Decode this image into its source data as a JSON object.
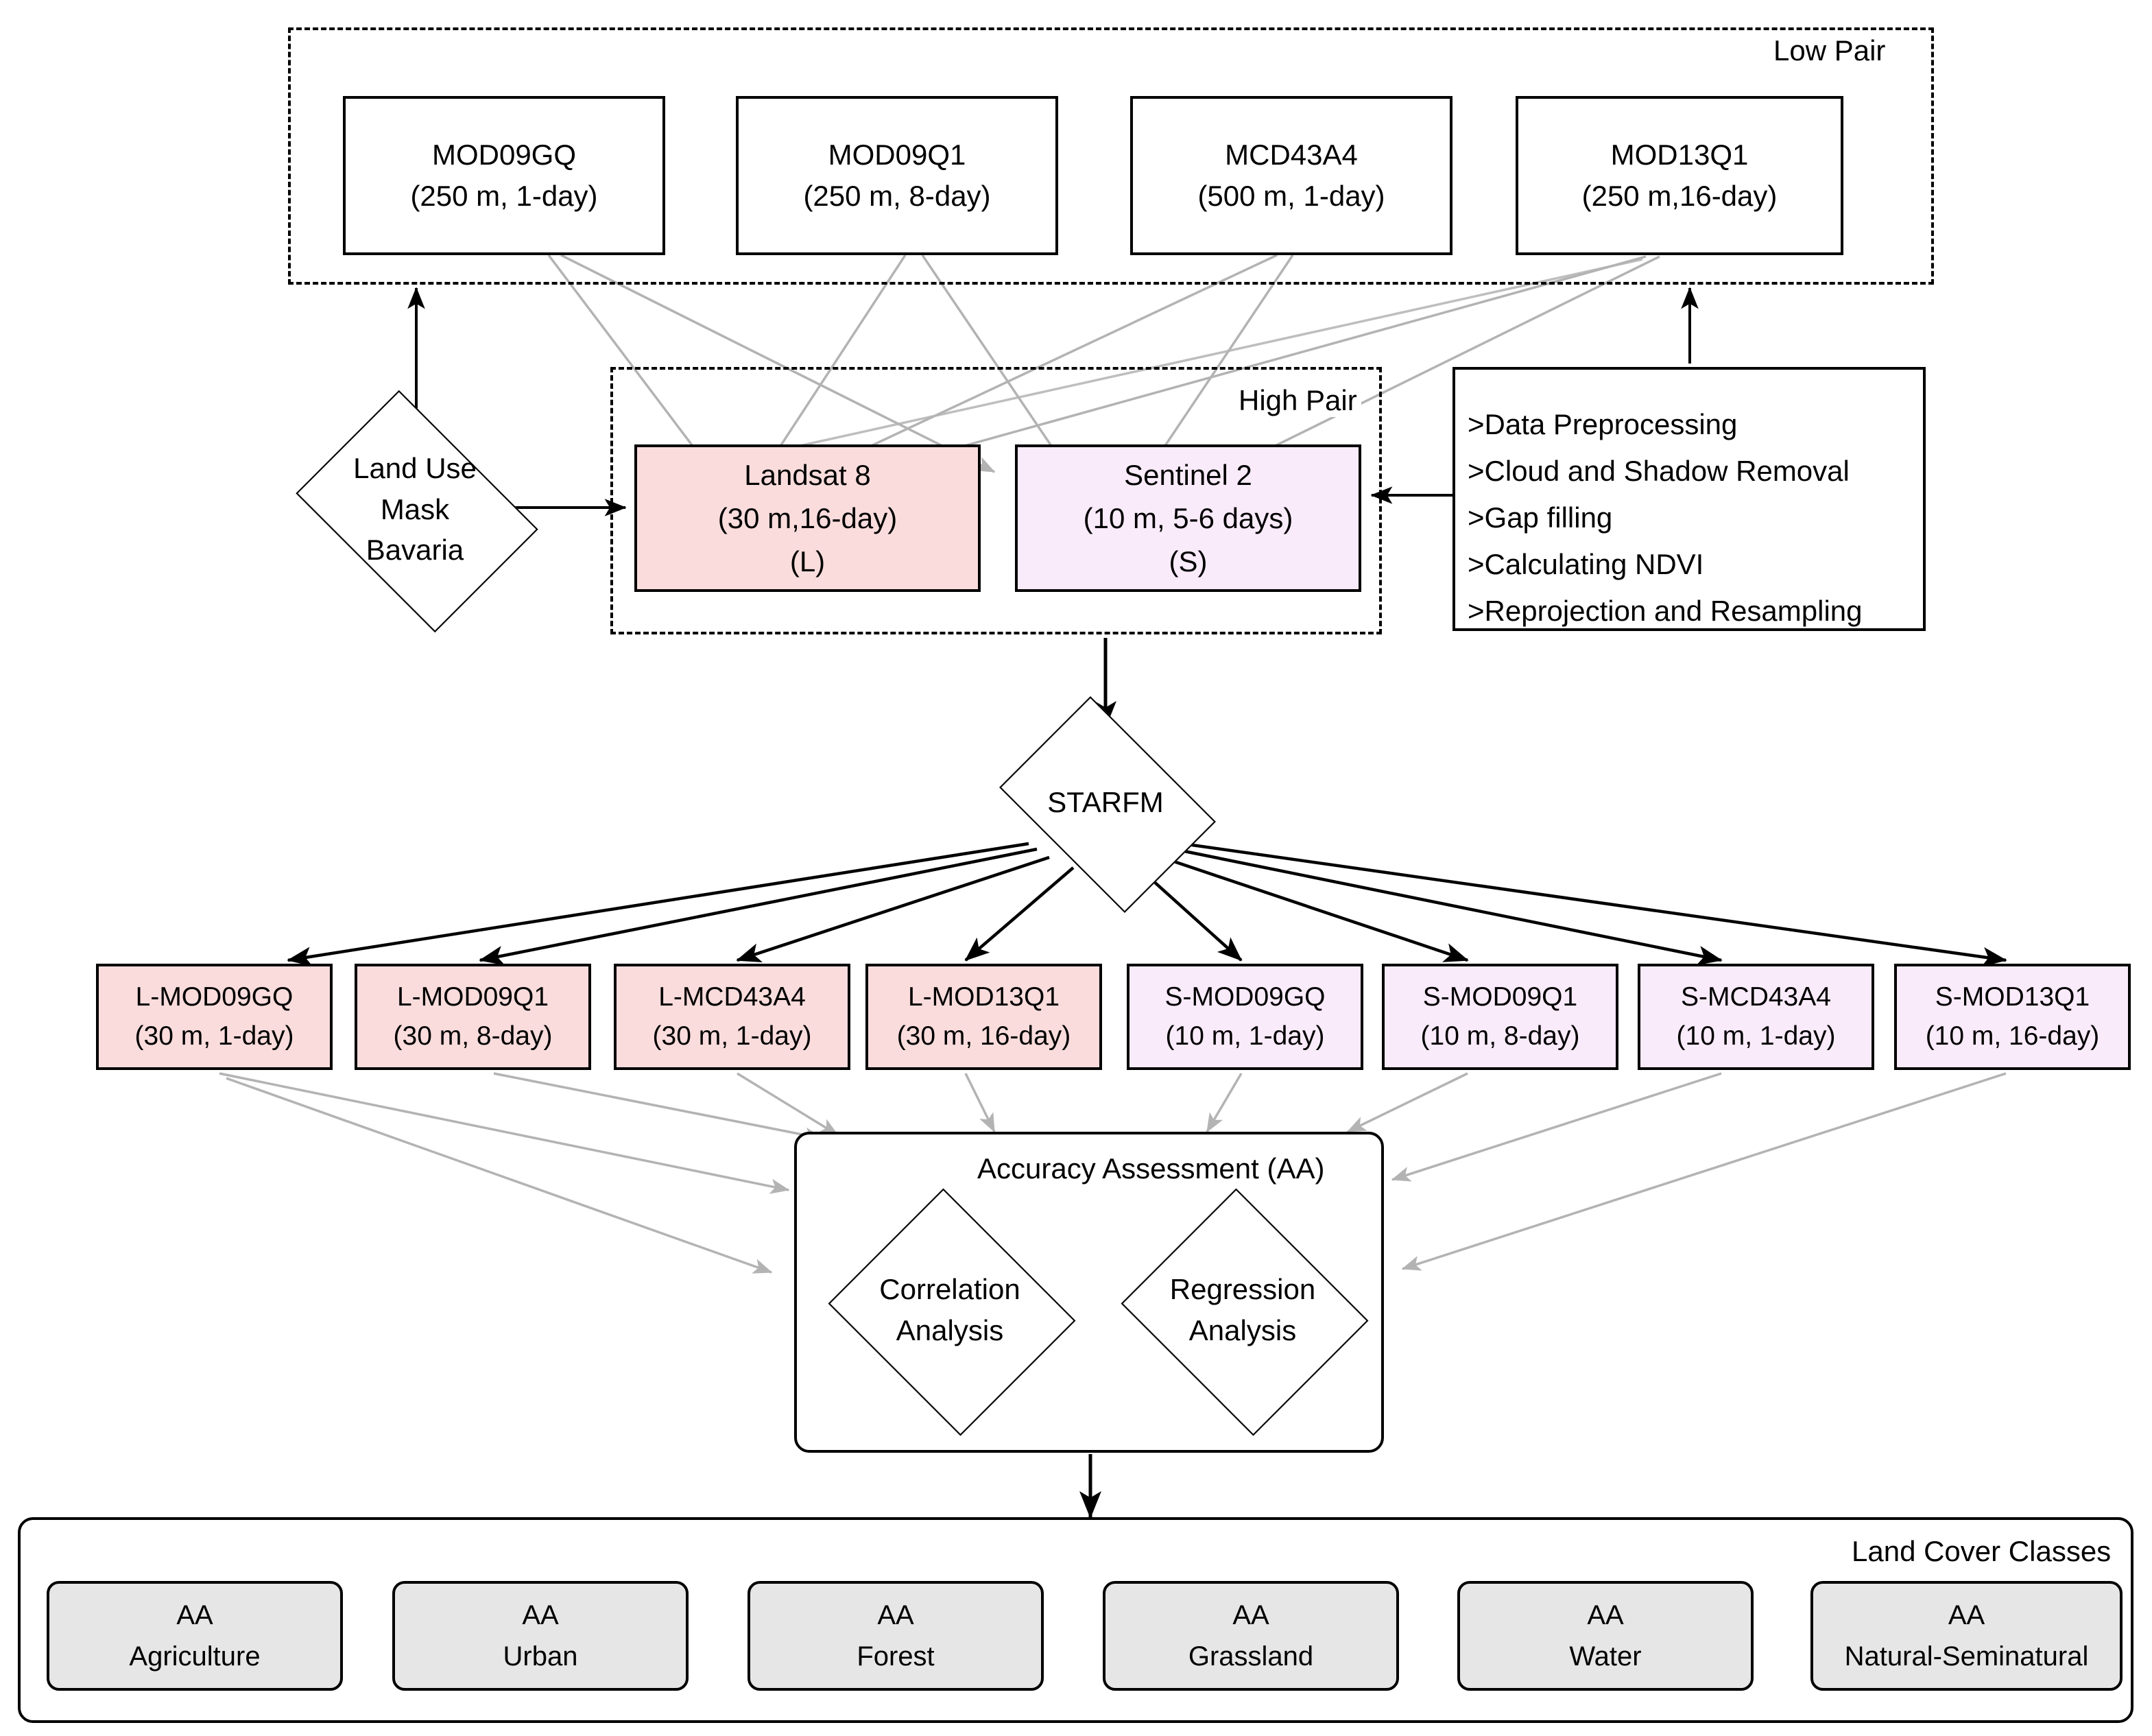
{
  "diagram": {
    "title": "STARFM data fusion workflow",
    "colors": {
      "landsat_fill": "#fadcdc",
      "sentinel_fill": "#faebfa",
      "class_fill": "#e6e6e6",
      "stroke": "#000000",
      "faint_arrow": "#b3b3b3"
    }
  },
  "low_pair": {
    "label": "Low Pair",
    "items": [
      {
        "name": "MOD09GQ",
        "spec": "(250 m, 1-day)"
      },
      {
        "name": "MOD09Q1",
        "spec": "(250 m, 8-day)"
      },
      {
        "name": "MCD43A4",
        "spec": "(500 m, 1-day)"
      },
      {
        "name": "MOD13Q1",
        "spec": "(250 m,16-day)"
      }
    ]
  },
  "high_pair": {
    "label": "High Pair",
    "items": [
      {
        "name": "Landsat 8",
        "spec": "(30 m,16-day)",
        "code": "(L)"
      },
      {
        "name": "Sentinel 2",
        "spec": "(10 m, 5-6 days)",
        "code": "(S)"
      }
    ]
  },
  "mask": {
    "line1": "Land Use",
    "line2": "Mask",
    "line3": "Bavaria"
  },
  "preprocessing": {
    "steps": [
      ">Data Preprocessing",
      ">Cloud and Shadow Removal",
      ">Gap filling",
      ">Calculating NDVI",
      ">Reprojection and Resampling"
    ]
  },
  "fusion": {
    "label": "STARFM"
  },
  "outputs": [
    {
      "name": "L-MOD09GQ",
      "spec": "(30 m, 1-day)",
      "family": "landsat"
    },
    {
      "name": "L-MOD09Q1",
      "spec": "(30 m, 8-day)",
      "family": "landsat"
    },
    {
      "name": "L-MCD43A4",
      "spec": "(30 m, 1-day)",
      "family": "landsat"
    },
    {
      "name": "L-MOD13Q1",
      "spec": "(30 m, 16-day)",
      "family": "landsat"
    },
    {
      "name": "S-MOD09GQ",
      "spec": "(10 m, 1-day)",
      "family": "sentinel"
    },
    {
      "name": "S-MOD09Q1",
      "spec": "(10 m, 8-day)",
      "family": "sentinel"
    },
    {
      "name": "S-MCD43A4",
      "spec": "(10 m, 1-day)",
      "family": "sentinel"
    },
    {
      "name": "S-MOD13Q1",
      "spec": "(10 m, 16-day)",
      "family": "sentinel"
    }
  ],
  "accuracy": {
    "label": "Accuracy Assessment (AA)",
    "analyses": [
      {
        "line1": "Correlation",
        "line2": "Analysis"
      },
      {
        "line1": "Regression",
        "line2": "Analysis"
      }
    ]
  },
  "land_cover": {
    "label": "Land Cover Classes",
    "classes": [
      {
        "prefix": "AA",
        "name": "Agriculture"
      },
      {
        "prefix": "AA",
        "name": "Urban"
      },
      {
        "prefix": "AA",
        "name": "Forest"
      },
      {
        "prefix": "AA",
        "name": "Grassland"
      },
      {
        "prefix": "AA",
        "name": "Water"
      },
      {
        "prefix": "AA",
        "name": "Natural-Seminatural"
      }
    ]
  }
}
